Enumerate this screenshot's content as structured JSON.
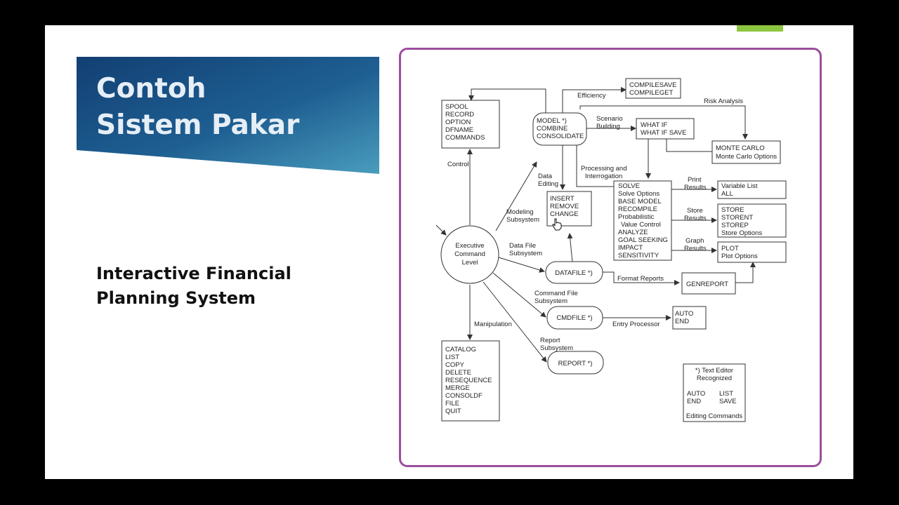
{
  "slide": {
    "title_line1": "Contoh",
    "title_line2": "Sistem Pakar",
    "subtitle_line1": "Interactive Financial",
    "subtitle_line2": "Planning System"
  },
  "colors": {
    "banner_dark": "#14467a",
    "banner_light": "#3d8fb3",
    "frame": "#9c4d9c",
    "accent": "#8dc63f"
  },
  "diagram": {
    "exec": [
      "Executive",
      "Command",
      "Level"
    ],
    "spool": [
      "SPOOL",
      "RECORD",
      "OPTION",
      "DFNAME",
      "COMMANDS"
    ],
    "model": [
      "MODEL *)",
      "COMBINE",
      "CONSOLIDATE"
    ],
    "compile": [
      "COMPILESAVE",
      "COMPILEGET"
    ],
    "whatif": [
      "WHAT IF",
      "WHAT IF SAVE"
    ],
    "montecarlo": [
      "MONTE CARLO",
      "Monte Carlo Options"
    ],
    "insert": [
      "INSERT",
      "REMOVE",
      "CHANGE"
    ],
    "solve": [
      "SOLVE",
      "Solve Options",
      "BASE MODEL",
      "RECOMPILE",
      "Probabilistic",
      "  Value Control",
      "ANALYZE",
      "GOAL SEEKING",
      "IMPACT",
      "SENSITIVITY"
    ],
    "varlist": [
      "Variable List",
      "ALL"
    ],
    "store": [
      "STORE",
      "STORENT",
      "STOREP",
      "Store Options"
    ],
    "plot": [
      "PLOT",
      "Plot Options"
    ],
    "datafile": "DATAFILE *)",
    "genreport": "GENREPORT",
    "cmdfile": "CMDFILE *)",
    "auto": [
      "AUTO",
      "END"
    ],
    "report": "REPORT *)",
    "catalog": [
      "CATALOG",
      "LIST",
      "COPY",
      "DELETE",
      "RESEQUENCE",
      "MERGE",
      "CONSOLDF",
      "FILE",
      "QUIT"
    ],
    "legend": {
      "line1": "*) Text Editor",
      "line2": "Recognized",
      "auto": "AUTO",
      "end": "END",
      "list": "LIST",
      "save": "SAVE",
      "footer": "Editing Commands"
    },
    "labels": {
      "efficiency": "Efficiency",
      "risk": "Risk Analysis",
      "scenario1": "Scenario",
      "scenario2": "Building",
      "processing1": "Processing and",
      "processing2": "Interrogation",
      "dataediting1": "Data",
      "dataediting2": "Editing",
      "control": "Control",
      "modeling1": "Modeling",
      "modeling2": "Subsystem",
      "print1": "Print",
      "print2": "Results",
      "store1": "Store",
      "store2": "Results",
      "graph1": "Graph",
      "graph2": "Results",
      "datafilesub1": "Data File",
      "datafilesub2": "Subsystem",
      "format": "Format Reports",
      "cmdsub1": "Command File",
      "cmdsub2": "Subsystem",
      "entry": "Entry Processor",
      "manipulation": "Manipulation",
      "reportsub1": "Report",
      "reportsub2": "Subsystem"
    }
  }
}
